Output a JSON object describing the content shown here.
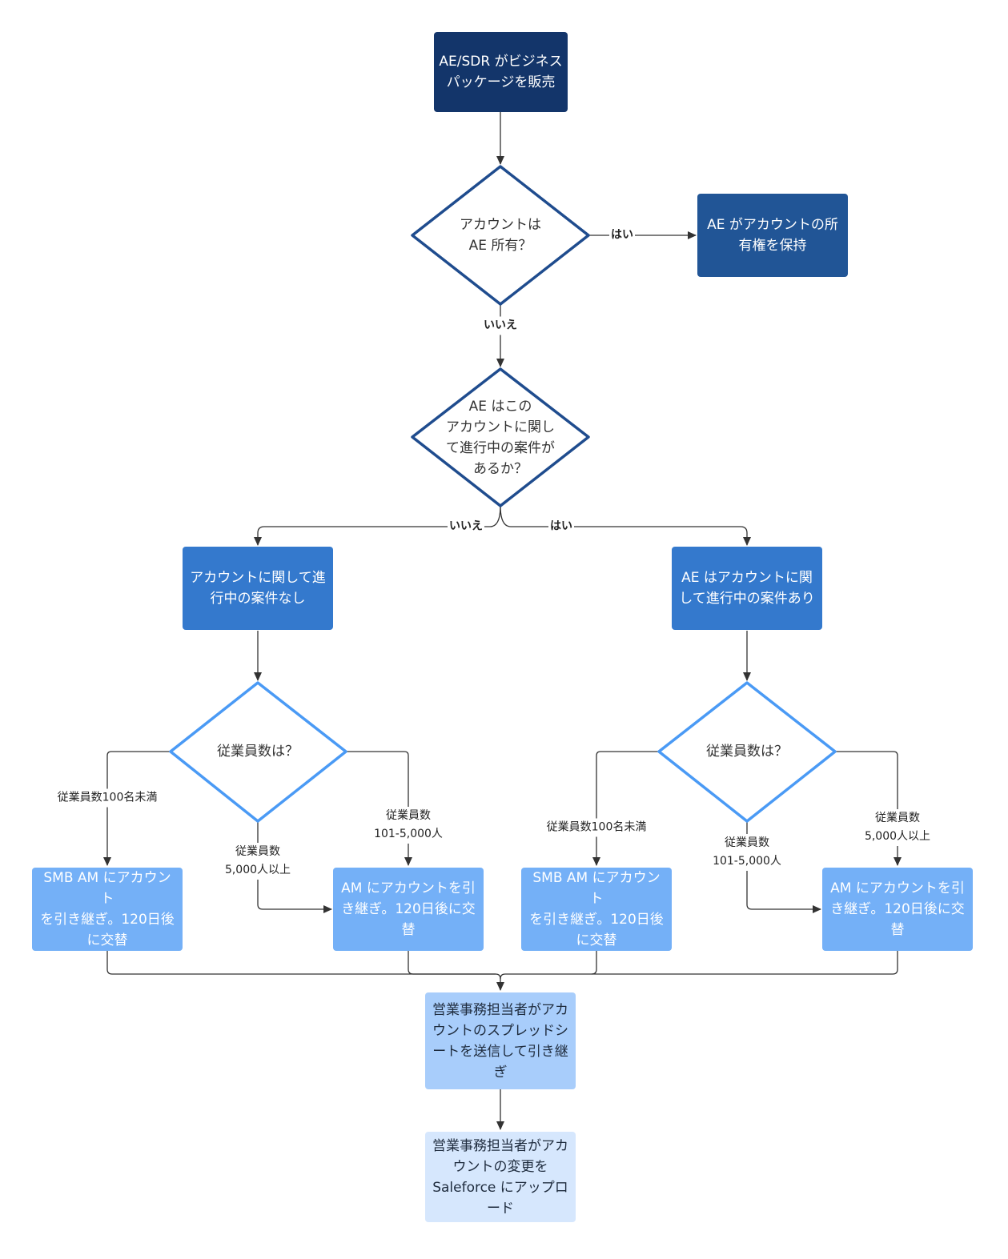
{
  "nodes": {
    "start": "AE/SDR がビジネス\nパッケージを販売",
    "q_owned": "アカウントは\nAE 所有？",
    "ae_keeps": "AE がアカウントの所\n有権を保持",
    "q_active": "AE はこの\nアカウントに関し\nて進行中の案件が\nあるか？",
    "no_active": "アカウントに関して進\n行中の案件なし",
    "has_active": "AE はアカウントに関\nして進行中の案件あり",
    "q_emp_left": "従業員数は？",
    "q_emp_right": "従業員数は？",
    "smb_left": "SMB AM にアカウント\nを引き継ぎ。120日後\nに交替",
    "am_left": "AM にアカウントを引\nき継ぎ。120日後に交\n替",
    "smb_right": "SMB AM にアカウント\nを引き継ぎ。120日後\nに交替",
    "am_right": "AM にアカウントを引\nき継ぎ。120日後に交\n替",
    "ops_send": "営業事務担当者がアカ\nウントのスプレッドシ\nートを送信して引き継\nぎ",
    "ops_upload": "営業事務担当者がアカ\nウントの変更を\nSaleforce にアップロ\nード"
  },
  "labels": {
    "yes_owned": "はい",
    "no_owned": "いいえ",
    "no_active": "いいえ",
    "yes_active": "はい",
    "left_small": "従業員数100名未満",
    "left_mid": "従業員数\n101-5,000人",
    "left_large": "従業員数\n5,000人以上",
    "right_small": "従業員数100名未満",
    "right_mid": "従業員数\n101-5,000人",
    "right_large": "従業員数\n5,000人以上"
  },
  "colors": {
    "start": "#13356a",
    "navy": "#215596",
    "mid": "#3479cd",
    "light": "#74b0f7",
    "pale": "#a8cdfb",
    "faint": "#d6e7fd",
    "decision_dark_border": "#1f4c8e",
    "decision_light_border": "#4a9af5",
    "line": "#333333"
  }
}
